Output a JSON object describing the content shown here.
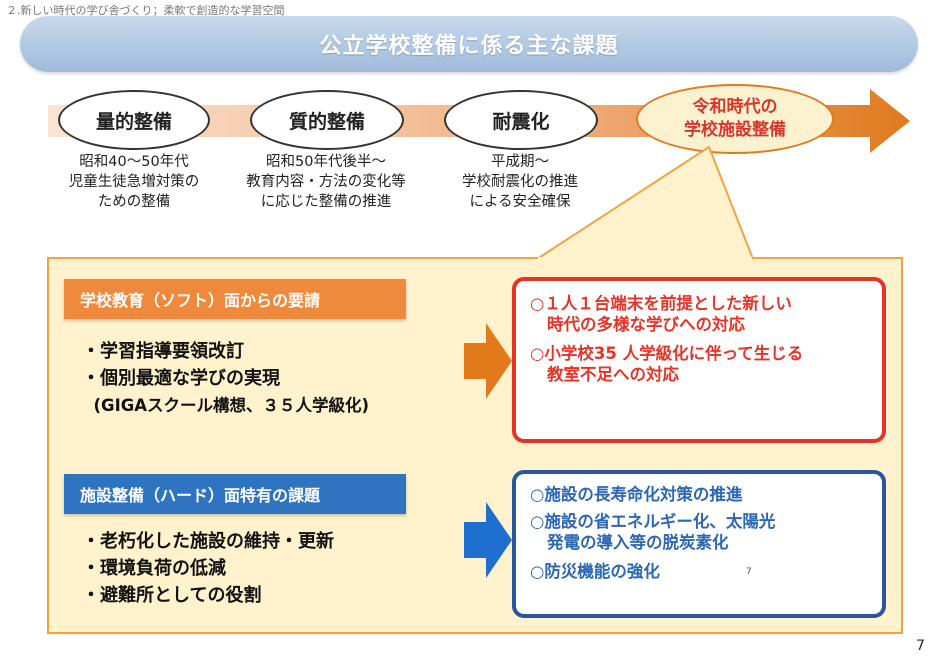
{
  "breadcrumb": "２.新しい時代の学び舎づくり；柔軟で創造的な学習空間",
  "title": "公立学校整備に係る主な課題",
  "timeline": {
    "eras": [
      {
        "label": "量的整備",
        "desc": [
          "昭和40～50年代",
          "児童生徒急増対策の",
          "ための整備"
        ]
      },
      {
        "label": "質的整備",
        "desc": [
          "昭和50年代後半～",
          "教育内容・方法の変化等",
          "に応じた整備の推進"
        ]
      },
      {
        "label": "耐震化",
        "desc": [
          "平成期～",
          "学校耐震化の推進",
          "による安全確保"
        ]
      },
      {
        "label_lines": [
          "令和時代の",
          "学校施設整備"
        ]
      }
    ]
  },
  "soft": {
    "label": "学校教育（ソフト）面からの要請",
    "bullets": [
      "・学習指導要領改訂",
      "・個別最適な学びの実現",
      "  (GIGAスクール構想、３５人学級化)"
    ],
    "results": [
      [
        "○１人１台端末を前提とした新しい",
        "時代の多様な学びへの対応"
      ],
      [
        "○小学校35 人学級化に伴って生じる",
        "教室不足への対応"
      ]
    ]
  },
  "hard": {
    "label": "施設整備（ハード）面特有の課題",
    "bullets": [
      "・老朽化した施設の維持・更新",
      "・環境負荷の低減",
      "・避難所としての役割"
    ],
    "results": [
      [
        "○施設の長寿命化対策の推進"
      ],
      [
        "○施設の省エネルギー化、太陽光",
        "発電の導入等の脱炭素化"
      ],
      [
        "○防災機能の強化"
      ]
    ]
  },
  "small_note": "7",
  "page_number": "7",
  "colors": {
    "timeline_arrow_start": "#fbe3d2",
    "timeline_arrow_end": "#e07a1e",
    "soft_arrow": "#e27a1c",
    "hard_arrow": "#1f6fd1",
    "panel_fill": "#fff2cc",
    "panel_border": "#f0a340"
  }
}
